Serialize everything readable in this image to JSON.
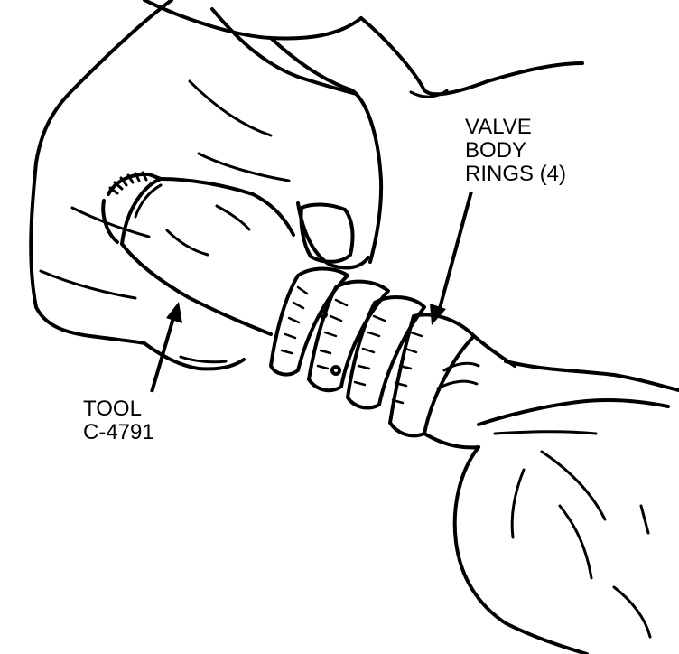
{
  "callouts": {
    "valve_body_rings": [
      "VALVE",
      "BODY",
      "RINGS (4)"
    ],
    "tool": [
      "TOOL",
      "C-4791"
    ]
  }
}
